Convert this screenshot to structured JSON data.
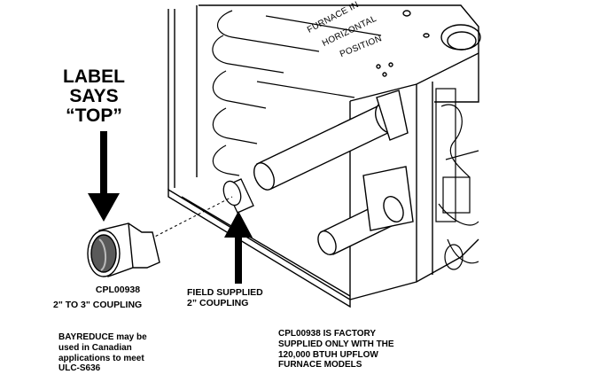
{
  "callout": {
    "line1": "LABEL",
    "line2": "SAYS",
    "line3": "“TOP”"
  },
  "coupling": {
    "part": "CPL00938",
    "desc": "2\" TO 3\" COUPLING"
  },
  "field": {
    "line1": "FIELD SUPPLIED",
    "line2": "2” COUPLING"
  },
  "orientation": {
    "line1": "FURNACE IN",
    "line2": "HORIZONTAL",
    "line3": "POSITION"
  },
  "note_left": {
    "line1": "BAYREDUCE may be",
    "line2": "used in Canadian",
    "line3": "applications to meet",
    "line4": "ULC-S636"
  },
  "note_right": {
    "line1": "CPL00938 IS FACTORY",
    "line2": "SUPPLIED ONLY WITH THE",
    "line3": "120,000 BTUH UPFLOW",
    "line4": "FURNACE MODELS"
  }
}
